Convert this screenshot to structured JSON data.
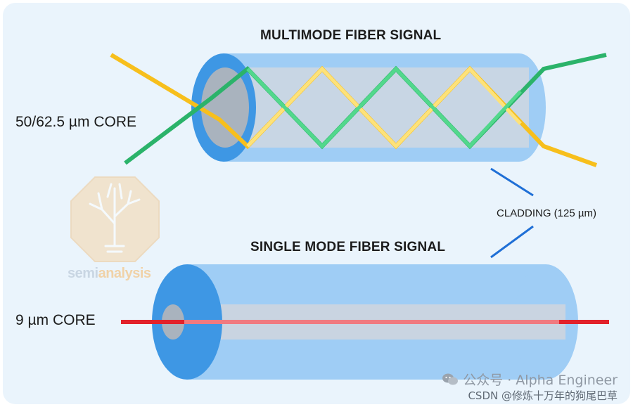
{
  "multimode": {
    "title": "MULTIMODE FIBER SIGNAL",
    "core_label": "50/62.5 µm CORE"
  },
  "singlemode": {
    "title": "SINGLE MODE FIBER SIGNAL",
    "core_label": "9 µm CORE"
  },
  "cladding_label": "CLADDING (125 µm)",
  "watermark": {
    "brand_part1": "semi",
    "brand_part2": "analysis"
  },
  "footer": {
    "wechat_line": "公众号 · Alpha Engineer",
    "csdn_line": "CSDN @修炼十万年的狗尾巴草"
  },
  "colors": {
    "background": "#eaf4fc",
    "cladding": "#9fcdf5",
    "cladding_face": "#3e97e4",
    "core": "#cfd7e0",
    "ray_yellow": "#f7bf1c",
    "ray_green": "#2bb36a",
    "ray_red": "#e2222b",
    "pointer_blue": "#1f6fd6"
  }
}
